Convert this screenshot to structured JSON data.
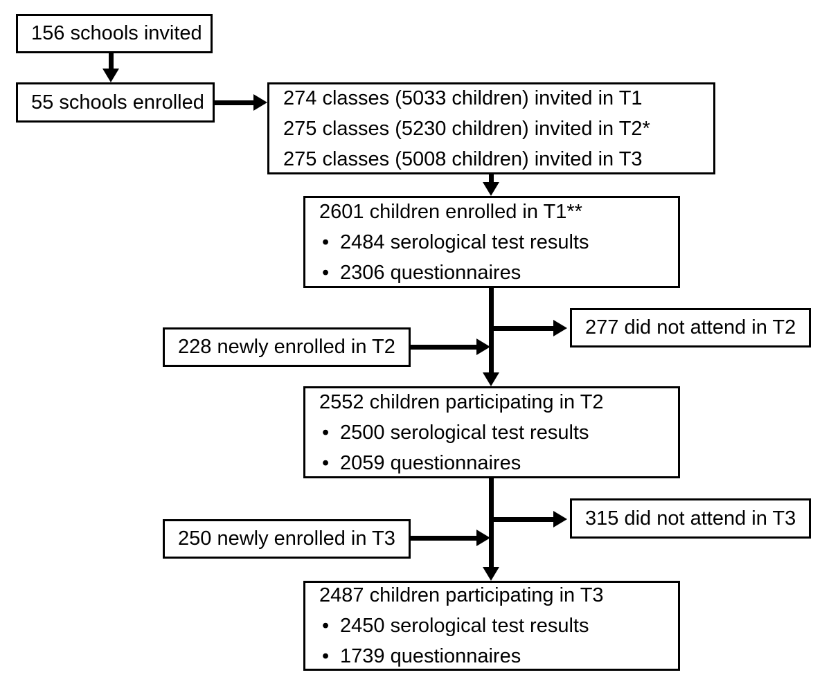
{
  "figure": {
    "type": "flowchart",
    "bullet": "•",
    "colors": {
      "background": "#ffffff",
      "line": "#000000",
      "text": "#000000"
    }
  },
  "nodes": {
    "schools_invited": {
      "text": "156 schools invited"
    },
    "schools_enrolled": {
      "text": "55 schools enrolled"
    },
    "classes_invited": {
      "lines": [
        "274 classes (5033 children) invited in T1",
        "275 classes (5230 children) invited in T2*",
        "275 classes (5008 children) invited in T3"
      ]
    },
    "enrolled_t1": {
      "title": "2601 children enrolled in T1**",
      "bullets": [
        "2484 serological test results",
        "2306 questionnaires"
      ]
    },
    "newly_enrolled_t2": {
      "text": "228 newly enrolled in T2"
    },
    "did_not_attend_t2": {
      "text": "277 did not attend in T2"
    },
    "participating_t2": {
      "title": "2552 children participating in T2",
      "bullets": [
        "2500 serological test results",
        "2059 questionnaires"
      ]
    },
    "newly_enrolled_t3": {
      "text": "250 newly enrolled in T3"
    },
    "did_not_attend_t3": {
      "text": "315 did not attend in T3"
    },
    "participating_t3": {
      "title": "2487 children participating in T3",
      "bullets": [
        "2450 serological test results",
        "1739 questionnaires"
      ]
    }
  }
}
